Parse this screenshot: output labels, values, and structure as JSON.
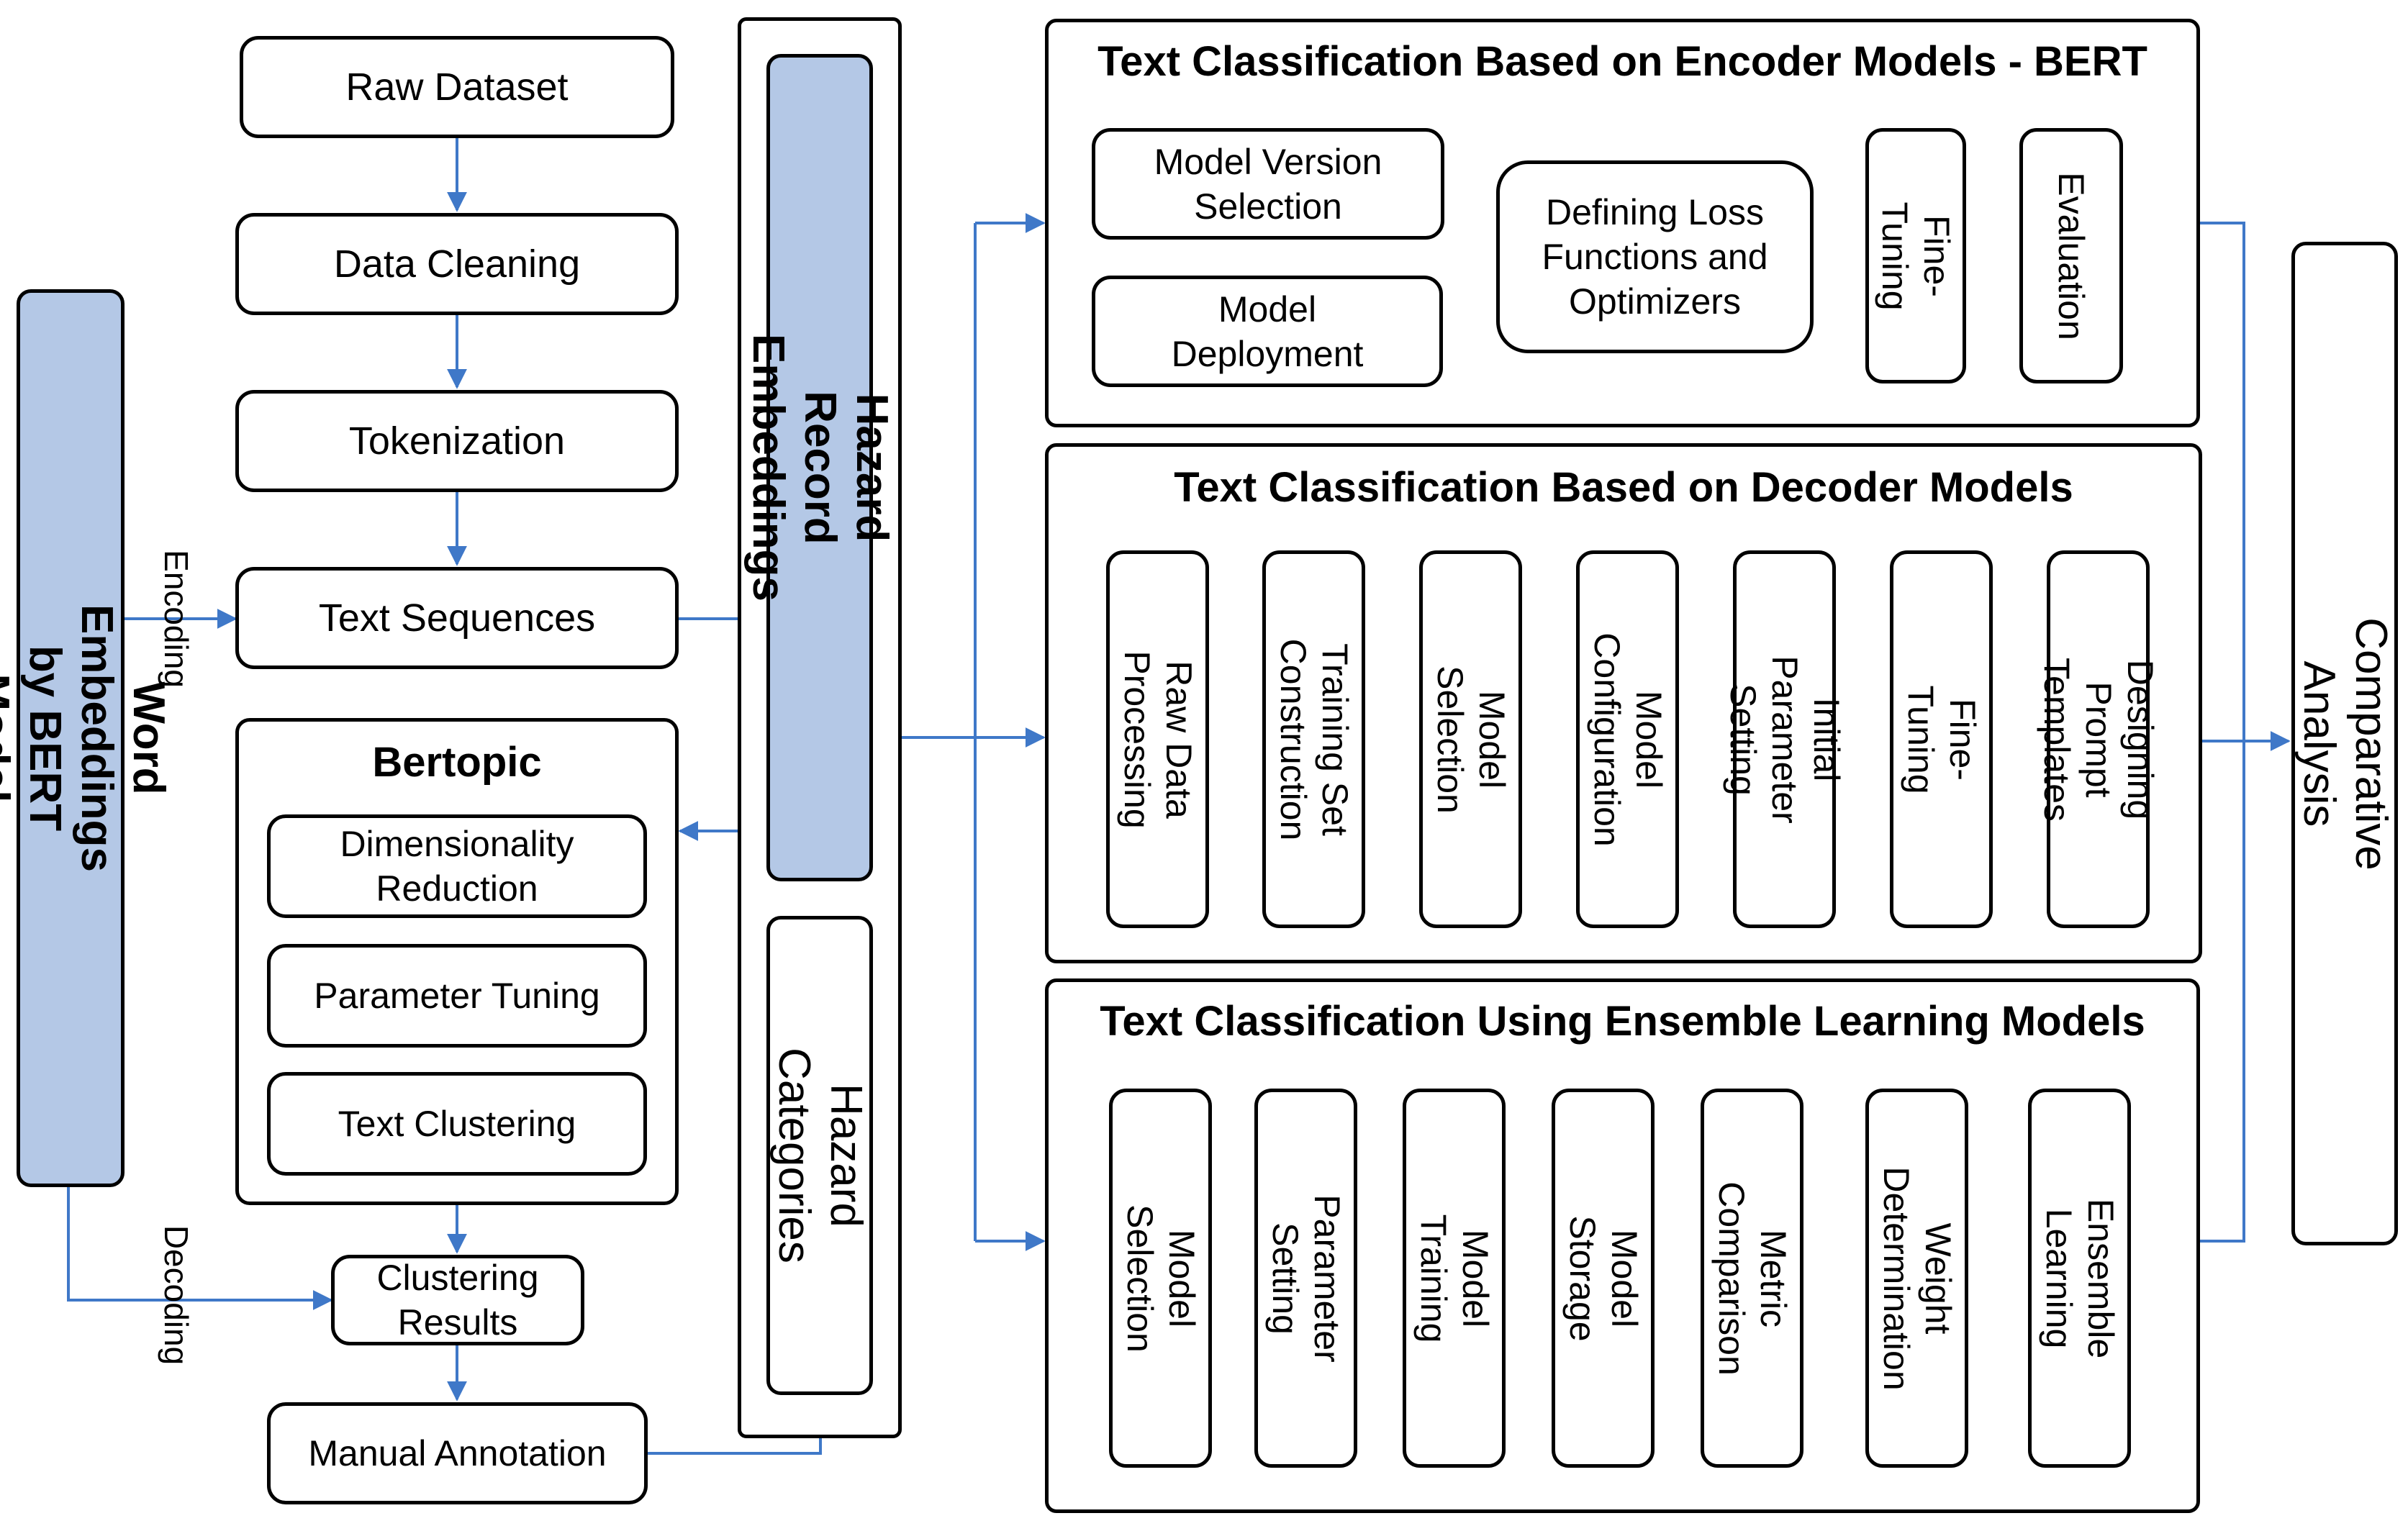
{
  "left_pipeline": {
    "word_embeddings": "Word Embeddings by BERT Model",
    "encoding": "Encoding",
    "decoding": "Decoding",
    "steps": [
      "Raw Dataset",
      "Data Cleaning",
      "Tokenization",
      "Text Sequences"
    ],
    "bertopic": {
      "title": "Bertopic",
      "items": [
        "Dimensionality\nReduction",
        "Parameter Tuning",
        "Text Clustering"
      ]
    },
    "clustering_results": "Clustering\nResults",
    "manual_annotation": "Manual Annotation"
  },
  "middle": {
    "hazard_record_embeddings": "Hazard Record Embeddings",
    "hazard_categories": "Hazard Categories"
  },
  "encoder_panel": {
    "title": "Text Classification  Based on Encoder Models - BERT",
    "model_version_selection": "Model Version\nSelection",
    "model_deployment": "Model\nDeployment",
    "defining_loss": "Defining Loss\nFunctions and\nOptimizers",
    "fine_tuning": "Fine-Tuning",
    "evaluation": "Evaluation"
  },
  "decoder_panel": {
    "title": "Text Classification  Based on Decoder Models",
    "steps": [
      "Raw Data\nProcessing",
      "Training Set\nConstruction",
      "Model Selection",
      "Model Configuration",
      "Initial Parameter\nSetting",
      "Fine-Tuning",
      "Designing Prompt\nTemplates"
    ]
  },
  "ensemble_panel": {
    "title": "Text Classification  Using Ensemble Learning Models",
    "steps": [
      "Model Selection",
      "Parameter Setting",
      "Model Training",
      "Model Storage",
      "Metric Comparison",
      "Weight\nDetermination",
      "Ensemble Learning"
    ]
  },
  "comparative_analysis": "Comparative Analysis",
  "colors": {
    "arrow": "#3f78c8",
    "highlight": "#b4c8e6",
    "stroke": "#000000"
  }
}
